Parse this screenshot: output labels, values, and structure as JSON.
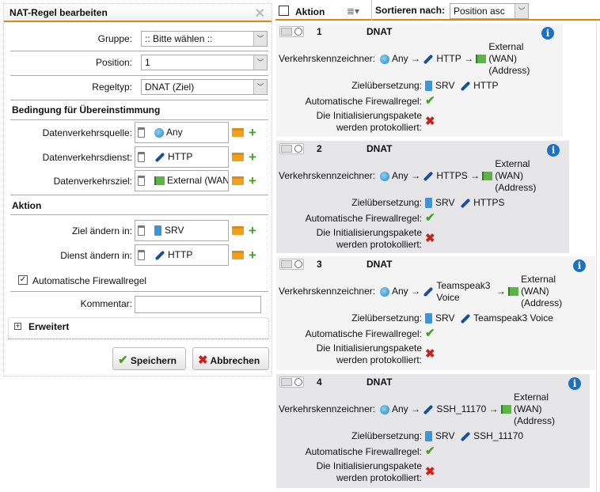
{
  "dialog": {
    "title": "NAT-Regel bearbeiten",
    "gruppe_label": "Gruppe:",
    "gruppe_value": ":: Bitte wählen ::",
    "position_label": "Position:",
    "position_value": "1",
    "regeltyp_label": "Regeltyp:",
    "regeltyp_value": "DNAT (Ziel)",
    "section_match": "Bedingung für Übereinstimmung",
    "source_label": "Datenverkehrsquelle:",
    "source_value": "Any",
    "service_label": "Datenverkehrsdienst:",
    "service_value": "HTTP",
    "dest_label": "Datenverkehrsziel:",
    "dest_value": "External (WAN",
    "section_action": "Aktion",
    "ziel_label": "Ziel ändern in:",
    "ziel_value": "SRV",
    "dienst_label": "Dienst ändern in:",
    "dienst_value": "HTTP",
    "auto_fw_label": "Automatische Firewallregel",
    "auto_fw_checked": true,
    "comment_label": "Kommentar:",
    "comment_value": "",
    "advanced_label": "Erweitert",
    "save_label": "Speichern",
    "cancel_label": "Abbrechen"
  },
  "list": {
    "action_label": "Aktion",
    "sort_label": "Sortieren nach:",
    "sort_value": "Position asc",
    "labels": {
      "identifier": "Verkehrskennzeichner:",
      "translation": "Zielübersetzung:",
      "auto_fw": "Automatische Firewallregel:",
      "log1": "Die Initialisierungspakete",
      "log2": "werden protokolliert:"
    },
    "arrow": "→",
    "rules": [
      {
        "num": "1",
        "type": "DNAT",
        "src": "Any",
        "svc": "HTTP",
        "dst": "External (WAN) (Address)",
        "tgt": "SRV",
        "tsvc": "HTTP",
        "auto_fw": "✔",
        "log": "✖"
      },
      {
        "num": "2",
        "type": "DNAT",
        "src": "Any",
        "svc": "HTTPS",
        "dst": "External (WAN) (Address)",
        "tgt": "SRV",
        "tsvc": "HTTPS",
        "auto_fw": "✔",
        "log": "✖"
      },
      {
        "num": "3",
        "type": "DNAT",
        "src": "Any",
        "svc": "Teamspeak3 Voice",
        "dst": "External (WAN) (Address)",
        "tgt": "SRV",
        "tsvc": "Teamspeak3 Voice",
        "auto_fw": "✔",
        "log": "✖"
      },
      {
        "num": "4",
        "type": "DNAT",
        "src": "Any",
        "svc": "SSH_11170",
        "dst": "External (WAN) (Address)",
        "tgt": "SRV",
        "tsvc": "SSH_11170",
        "auto_fw": "✔",
        "log": "✖"
      }
    ]
  },
  "colors": {
    "accent": "#e8820c",
    "card_light": "#f4f4f4",
    "card_dark": "#e6e6e8",
    "ok": "#4aa02c",
    "fail": "#c8231e"
  }
}
